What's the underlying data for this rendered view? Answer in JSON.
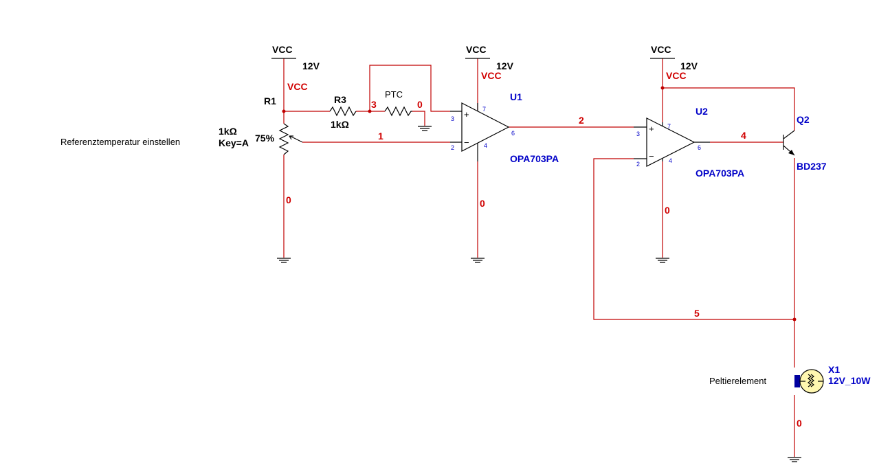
{
  "labels": {
    "vcc": "VCC",
    "v12": "12V",
    "net_vcc": "VCC",
    "r1_ref": "R1",
    "r1_value": "1kΩ",
    "r1_key": "Key=A",
    "r1_percent": "75%",
    "r3_ref": "R3",
    "r3_value": "1kΩ",
    "ptc": "PTC",
    "u1_ref": "U1",
    "u1_part": "OPA703PA",
    "u2_ref": "U2",
    "u2_part": "OPA703PA",
    "q2_ref": "Q2",
    "q2_part": "BD237",
    "x1_ref": "X1",
    "x1_part": "12V_10W",
    "ref_temp": "Referenztemperatur einstellen",
    "peltier": "Peltierelement"
  },
  "nets": {
    "n0": "0",
    "n1": "1",
    "n2": "2",
    "n3": "3",
    "n4": "4",
    "n5": "5"
  },
  "pins": {
    "p2": "2",
    "p3": "3",
    "p4": "4",
    "p6": "6",
    "p7": "7"
  },
  "signs": {
    "plus": "+",
    "minus": "−"
  }
}
